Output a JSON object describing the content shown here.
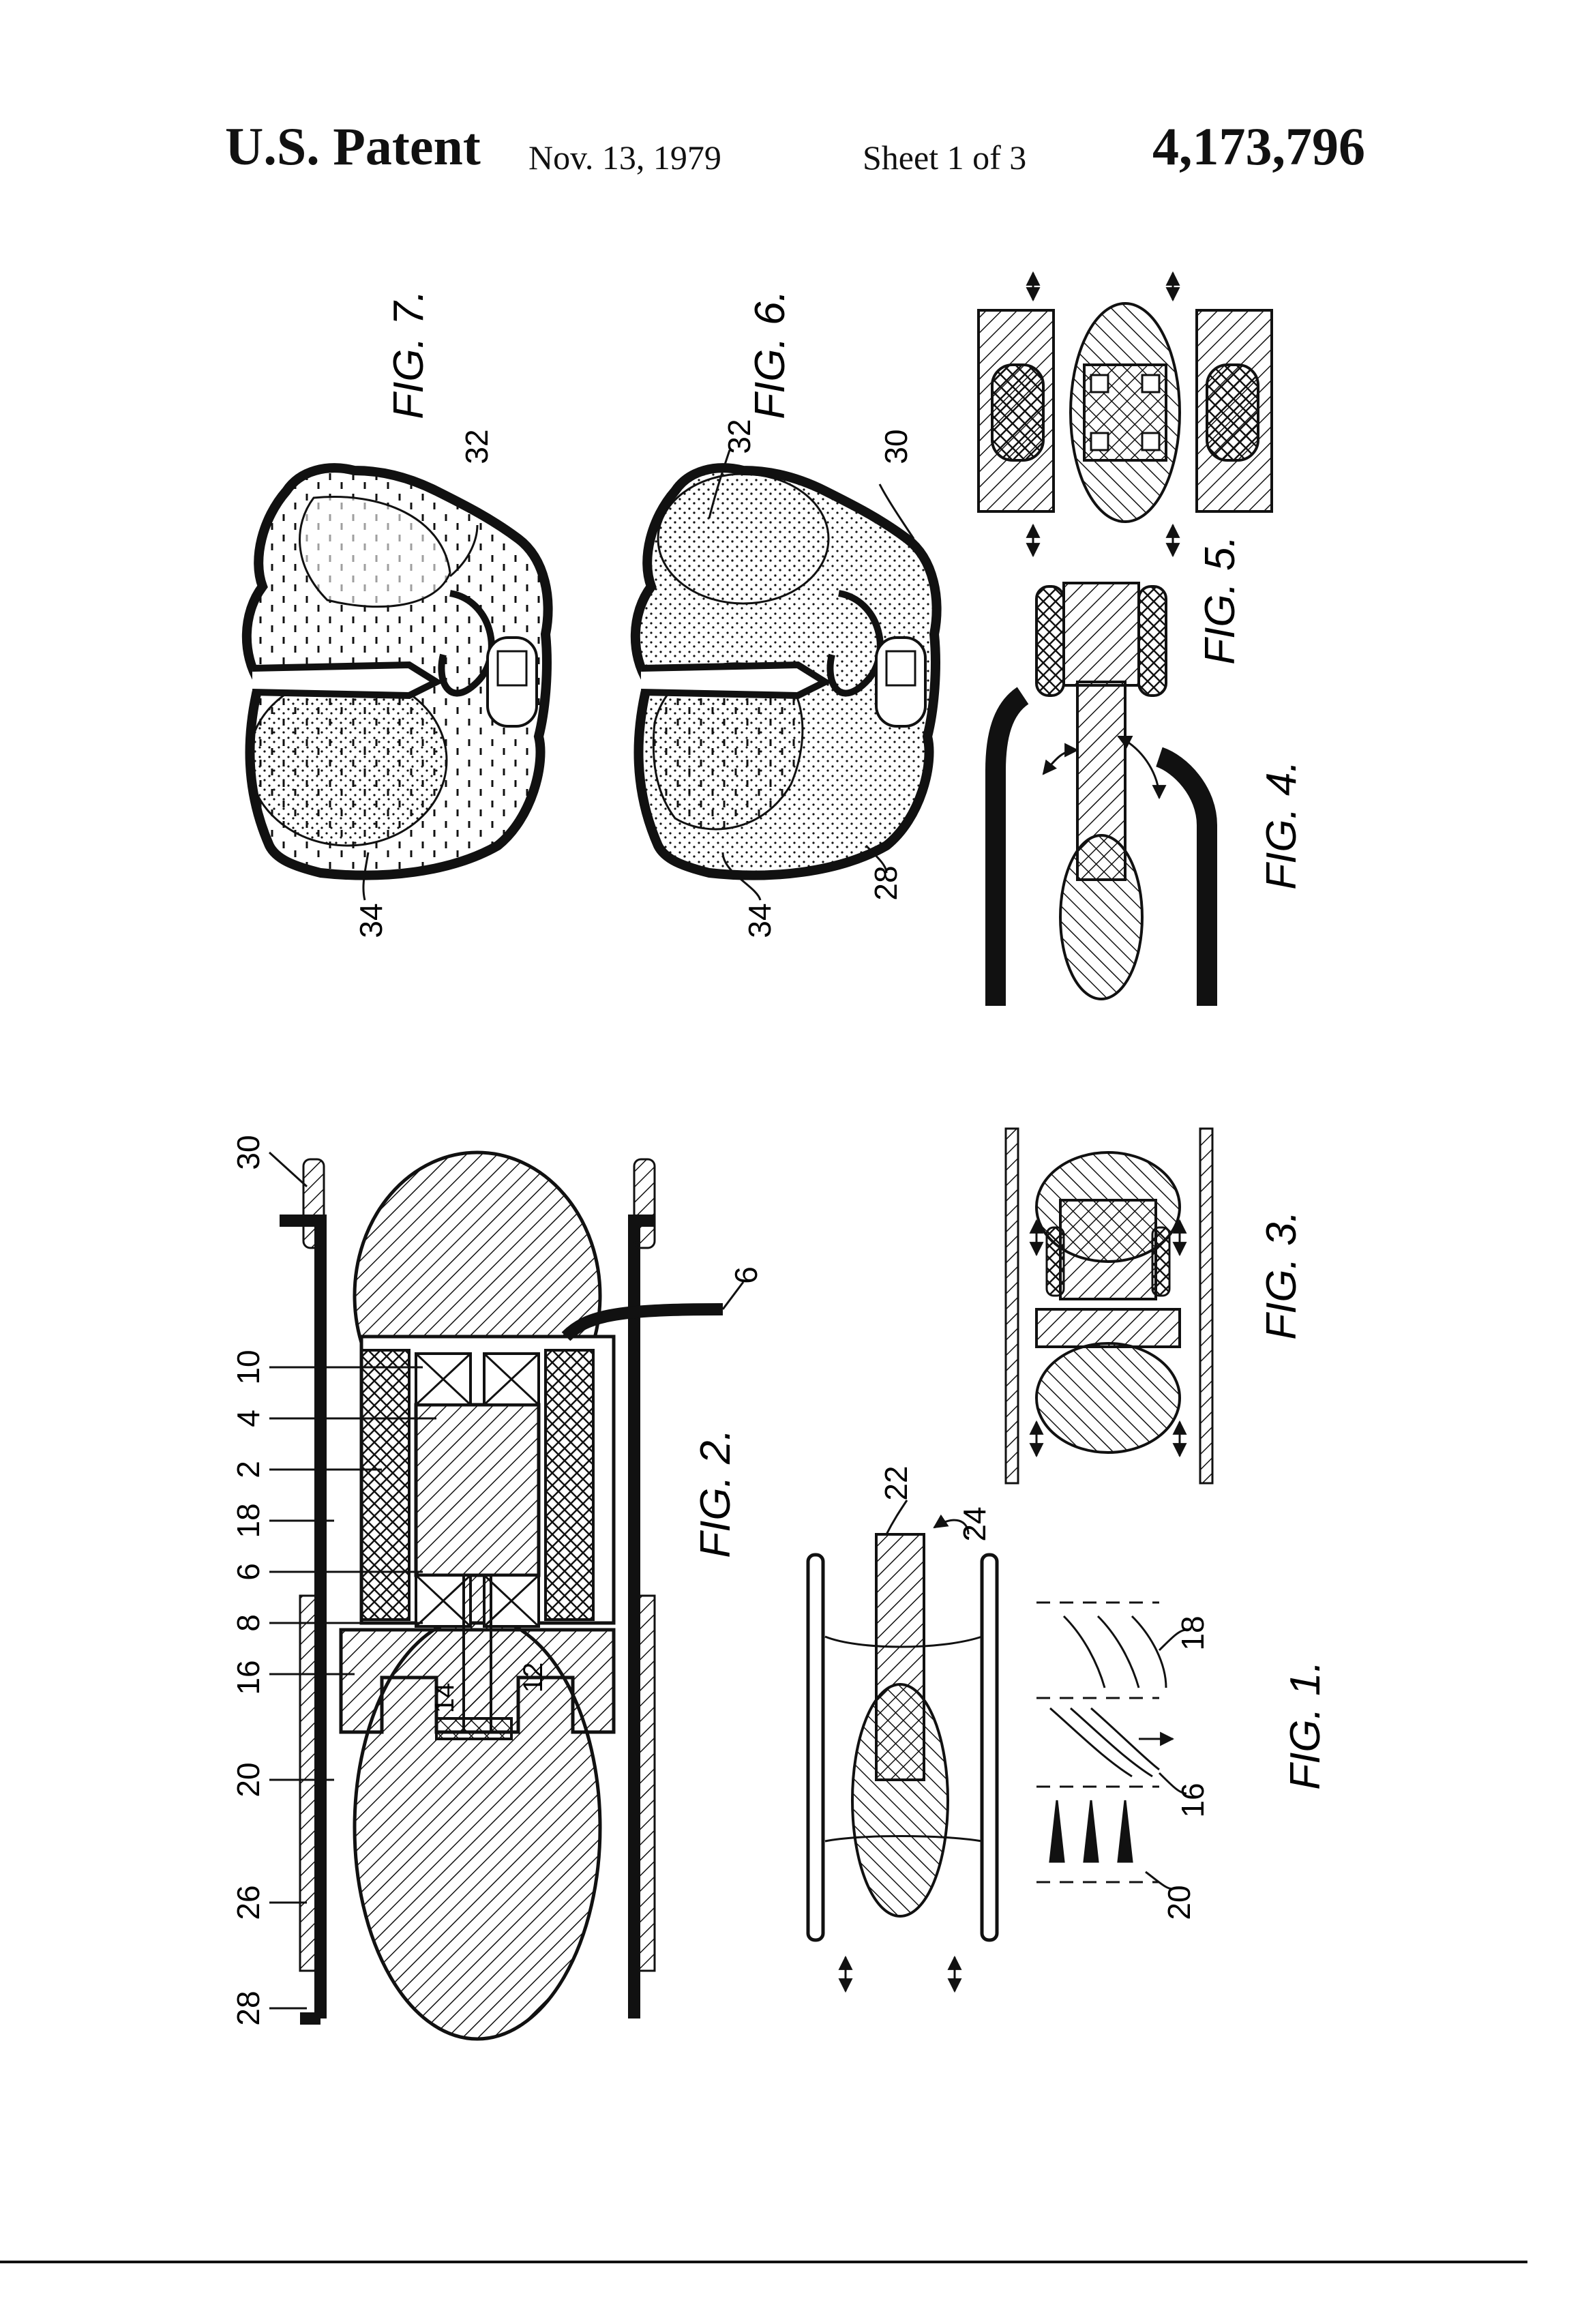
{
  "header": {
    "title": "U.S. Patent",
    "date": "Nov. 13, 1979",
    "sheet": "Sheet 1 of 3",
    "patent_number": "4,173,796"
  },
  "figures": {
    "fig1": {
      "caption": "FIG. 1.",
      "refs": {
        "r16": "16",
        "r18": "18",
        "r20": "20",
        "r22": "22",
        "r24": "24"
      }
    },
    "fig2": {
      "caption": "FIG. 2.",
      "refs": {
        "r2": "2",
        "r4": "4",
        "r6a": "6",
        "r6b": "6",
        "r8": "8",
        "r10": "10",
        "r12": "12",
        "r14": "14",
        "r16": "16",
        "r18": "18",
        "r20": "20",
        "r26": "26",
        "r28": "28",
        "r30": "30"
      }
    },
    "fig3": {
      "caption": "FIG. 3."
    },
    "fig4": {
      "caption": "FIG. 4."
    },
    "fig5": {
      "caption": "FIG. 5."
    },
    "fig6": {
      "caption": "FIG. 6.",
      "refs": {
        "r28": "28",
        "r30": "30",
        "r32": "32",
        "r34": "34"
      }
    },
    "fig7": {
      "caption": "FIG. 7.",
      "refs": {
        "r32": "32",
        "r34": "34"
      }
    }
  },
  "colors": {
    "ink": "#111111",
    "paper": "#ffffff"
  }
}
